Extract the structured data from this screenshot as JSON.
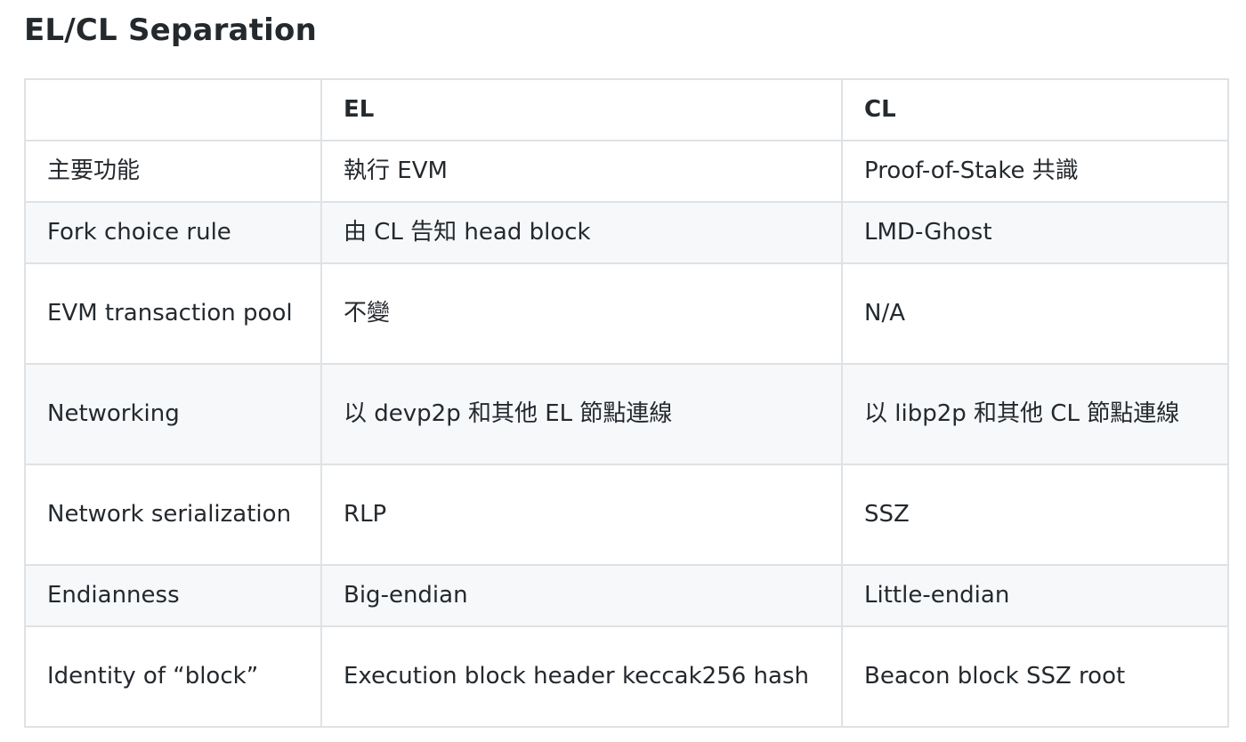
{
  "heading": "EL/CL Separation",
  "table": {
    "headers": [
      "",
      "EL",
      "CL"
    ],
    "rows": [
      [
        "主要功能",
        "執行 EVM",
        "Proof-of-Stake 共識"
      ],
      [
        "Fork choice rule",
        "由 CL 告知 head block",
        "LMD-Ghost"
      ],
      [
        "EVM transaction pool",
        "不變",
        "N/A"
      ],
      [
        "Networking",
        "以 devp2p 和其他 EL 節點連線",
        "以 libp2p 和其他 CL 節點連線"
      ],
      [
        "Network serialization",
        "RLP",
        "SSZ"
      ],
      [
        "Endianness",
        "Big-endian",
        "Little-endian"
      ],
      [
        "Identity of “block”",
        "Execution block header keccak256 hash",
        "Beacon block SSZ root"
      ]
    ]
  }
}
